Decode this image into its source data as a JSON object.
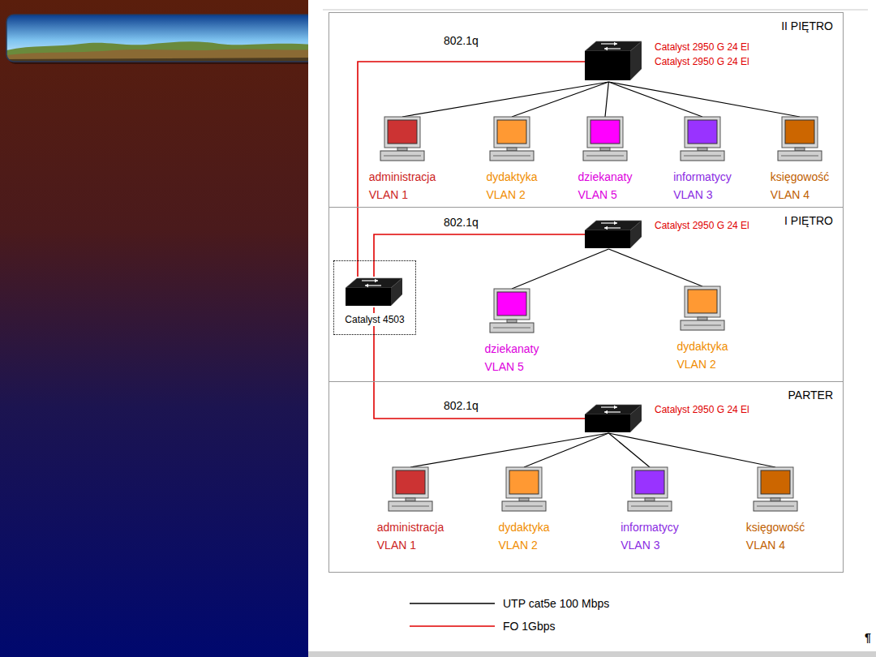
{
  "diagram": {
    "nodes": [
      {
        "text": [
          "II PIĘTRO"
        ]
      },
      {
        "text": [
          "Catalyst 2950 G 24 El",
          "Catalyst 2950 G 24 El"
        ],
        "in": 0
      },
      {
        "text": [
          "administracja",
          "VLAN 1"
        ],
        "in": 0
      },
      {
        "text": [
          "dydaktyka",
          "VLAN 2"
        ],
        "in": 0
      },
      {
        "text": [
          "dziekanaty",
          "VLAN 5"
        ],
        "in": 0
      },
      {
        "text": [
          "informatycy",
          "VLAN 3"
        ],
        "in": 0
      },
      {
        "text": [
          "księgowość",
          "VLAN 4"
        ],
        "in": 0
      },
      {
        "text": [
          "I PIĘTRO"
        ]
      },
      {
        "text": [
          "Catalyst 2950 G 24 El"
        ],
        "in": 7
      },
      {
        "text": [
          "dziekanaty",
          "VLAN 5"
        ],
        "in": 7
      },
      {
        "text": [
          "dydaktyka",
          "VLAN 2"
        ],
        "in": 7
      },
      {
        "text": [
          "Catalyst 4503"
        ],
        "in": 7
      },
      {
        "text": [
          "PARTER"
        ]
      },
      {
        "text": [
          "Catalyst 2950 G 24 El"
        ],
        "in": 12
      },
      {
        "text": [
          "administracja",
          "VLAN 1"
        ],
        "in": 12
      },
      {
        "text": [
          "dydaktyka",
          "VLAN 2"
        ],
        "in": 12
      },
      {
        "text": [
          "informatycy",
          "VLAN 3"
        ],
        "in": 12
      },
      {
        "text": [
          "księgowość",
          "VLAN 4"
        ],
        "in": 12
      }
    ],
    "edges": [
      {
        "from": 11,
        "to": 1,
        "label": "802.1q",
        "arrow": "none"
      },
      {
        "from": 1,
        "to": 2,
        "arrow": "none"
      },
      {
        "from": 1,
        "to": 3,
        "arrow": "none"
      },
      {
        "from": 1,
        "to": 4,
        "arrow": "none"
      },
      {
        "from": 1,
        "to": 5,
        "arrow": "none"
      },
      {
        "from": 1,
        "to": 6,
        "arrow": "none"
      },
      {
        "from": 11,
        "to": 8,
        "label": "802.1q",
        "arrow": "none"
      },
      {
        "from": 8,
        "to": 9,
        "arrow": "none"
      },
      {
        "from": 8,
        "to": 10,
        "arrow": "none"
      },
      {
        "from": 11,
        "to": 13,
        "label": "802.1q",
        "arrow": "none"
      },
      {
        "from": 13,
        "to": 14,
        "arrow": "none"
      },
      {
        "from": 13,
        "to": 15,
        "arrow": "none"
      },
      {
        "from": 13,
        "to": 16,
        "arrow": "none"
      },
      {
        "from": 13,
        "to": 17,
        "arrow": "none"
      }
    ],
    "labels": [
      "¶"
    ],
    "legend": [
      {
        "text": "UTP cat5e 100 Mbps"
      },
      {
        "text": "FO 1Gbps"
      }
    ]
  }
}
